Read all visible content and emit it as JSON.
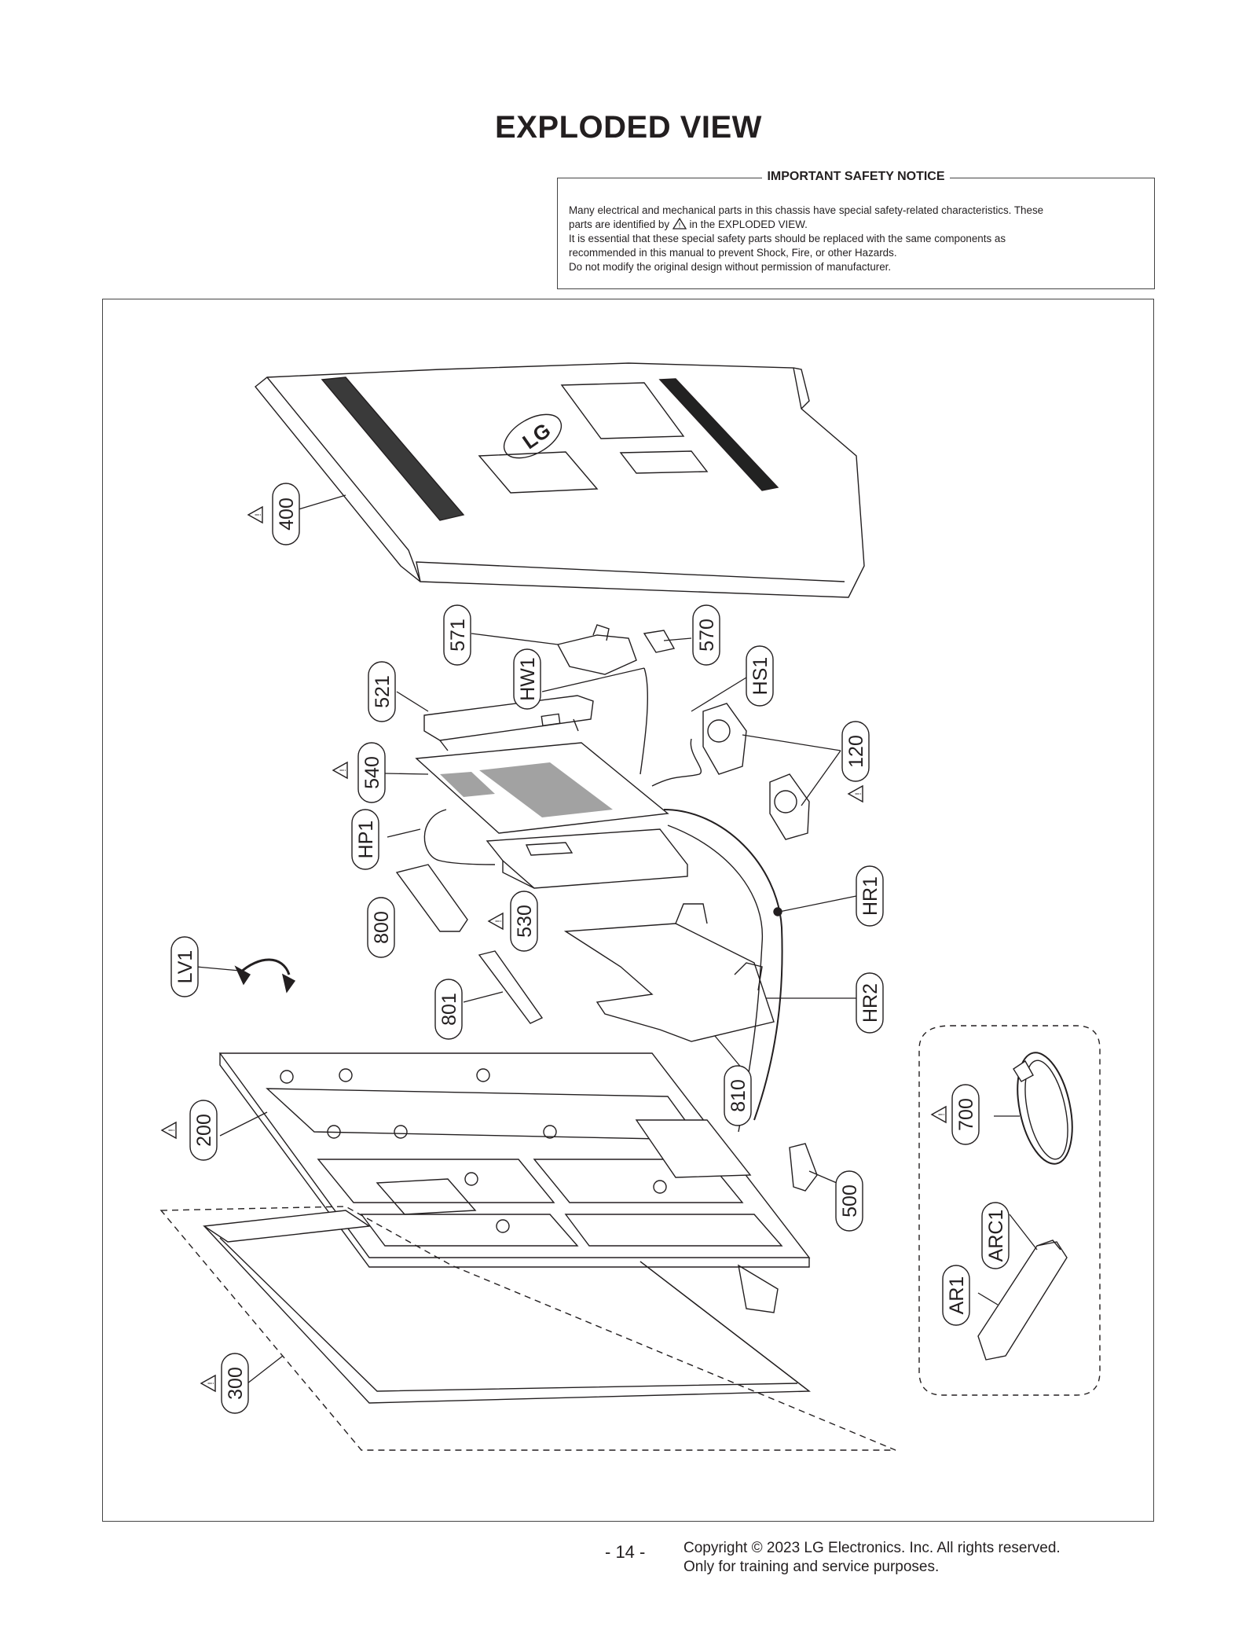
{
  "page": {
    "title": "EXPLODED VIEW",
    "page_number": "- 14 -",
    "copyright_line1": "Copyright  © 2023 LG Electronics. Inc. All rights reserved.",
    "copyright_line2": "Only for training and service purposes."
  },
  "notice": {
    "heading": "IMPORTANT SAFETY NOTICE",
    "line1": "Many electrical and mechanical parts in this chassis have special safety-related characteristics. These",
    "line2a": "parts are identified by",
    "line2b": "in the EXPLODED VIEW.",
    "line3": "It is essential that these special safety parts should be replaced with the same components as",
    "line4": "recommended in this manual to prevent Shock, Fire, or other Hazards.",
    "line5": "Do not modify the original design without permission of manufacturer."
  },
  "labels": {
    "p400": "400",
    "p571": "571",
    "p570": "570",
    "hw1": "HW1",
    "hs1": "HS1",
    "p521": "521",
    "p120": "120",
    "p540": "540",
    "hp1": "HP1",
    "hr1": "HR1",
    "p800": "800",
    "p530": "530",
    "lv1": "LV1",
    "p801": "801",
    "hr2": "HR2",
    "p810": "810",
    "p700": "700",
    "p200": "200",
    "p500": "500",
    "arc1": "ARC1",
    "ar1": "AR1",
    "p300": "300"
  },
  "logo_text": "LG",
  "icons": [
    "warning-triangle-icon"
  ]
}
